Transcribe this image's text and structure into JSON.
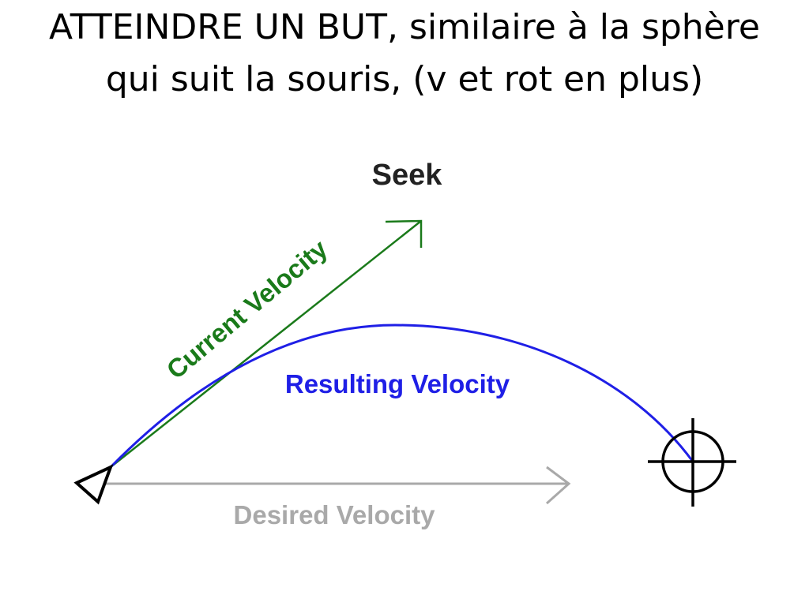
{
  "slide": {
    "title": "ATTEINDRE UN BUT, similaire à la sphère qui suit la souris, (v et rot en plus)"
  },
  "diagram": {
    "heading": "Seek",
    "labels": {
      "current_velocity": "Current Velocity",
      "resulting_velocity": "Resulting Velocity",
      "desired_velocity": "Desired Velocity"
    },
    "icons": {
      "agent": "triangle-agent-icon",
      "target": "crosshair-target-icon"
    },
    "colors": {
      "current_velocity": "#1a7a1a",
      "resulting_velocity": "#1f1fe6",
      "desired_velocity": "#a9a9a9",
      "heading": "#222222"
    }
  }
}
